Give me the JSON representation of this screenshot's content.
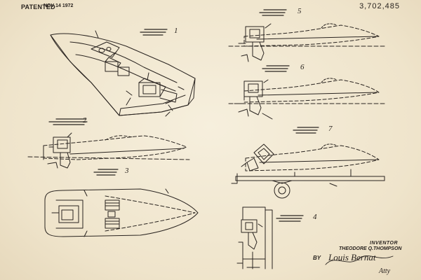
{
  "header": {
    "patented": "PATENTED",
    "date": "NOV 14 1972",
    "patent_number": "3,702,485"
  },
  "figures": [
    {
      "id": "fig1",
      "label": "1"
    },
    {
      "id": "fig2",
      "label": "2"
    },
    {
      "id": "fig3",
      "label": "3"
    },
    {
      "id": "fig4",
      "label": "4"
    },
    {
      "id": "fig5",
      "label": "5"
    },
    {
      "id": "fig6",
      "label": "6"
    },
    {
      "id": "fig7",
      "label": "7"
    }
  ],
  "inventor": {
    "title": "INVENTOR",
    "name": "THEODORE Q.THOMPSON",
    "by": "BY",
    "signature": "Louis Bernat",
    "initials": "Atty"
  },
  "colors": {
    "paper": "#f3ead6",
    "ink": "#2a2420"
  }
}
